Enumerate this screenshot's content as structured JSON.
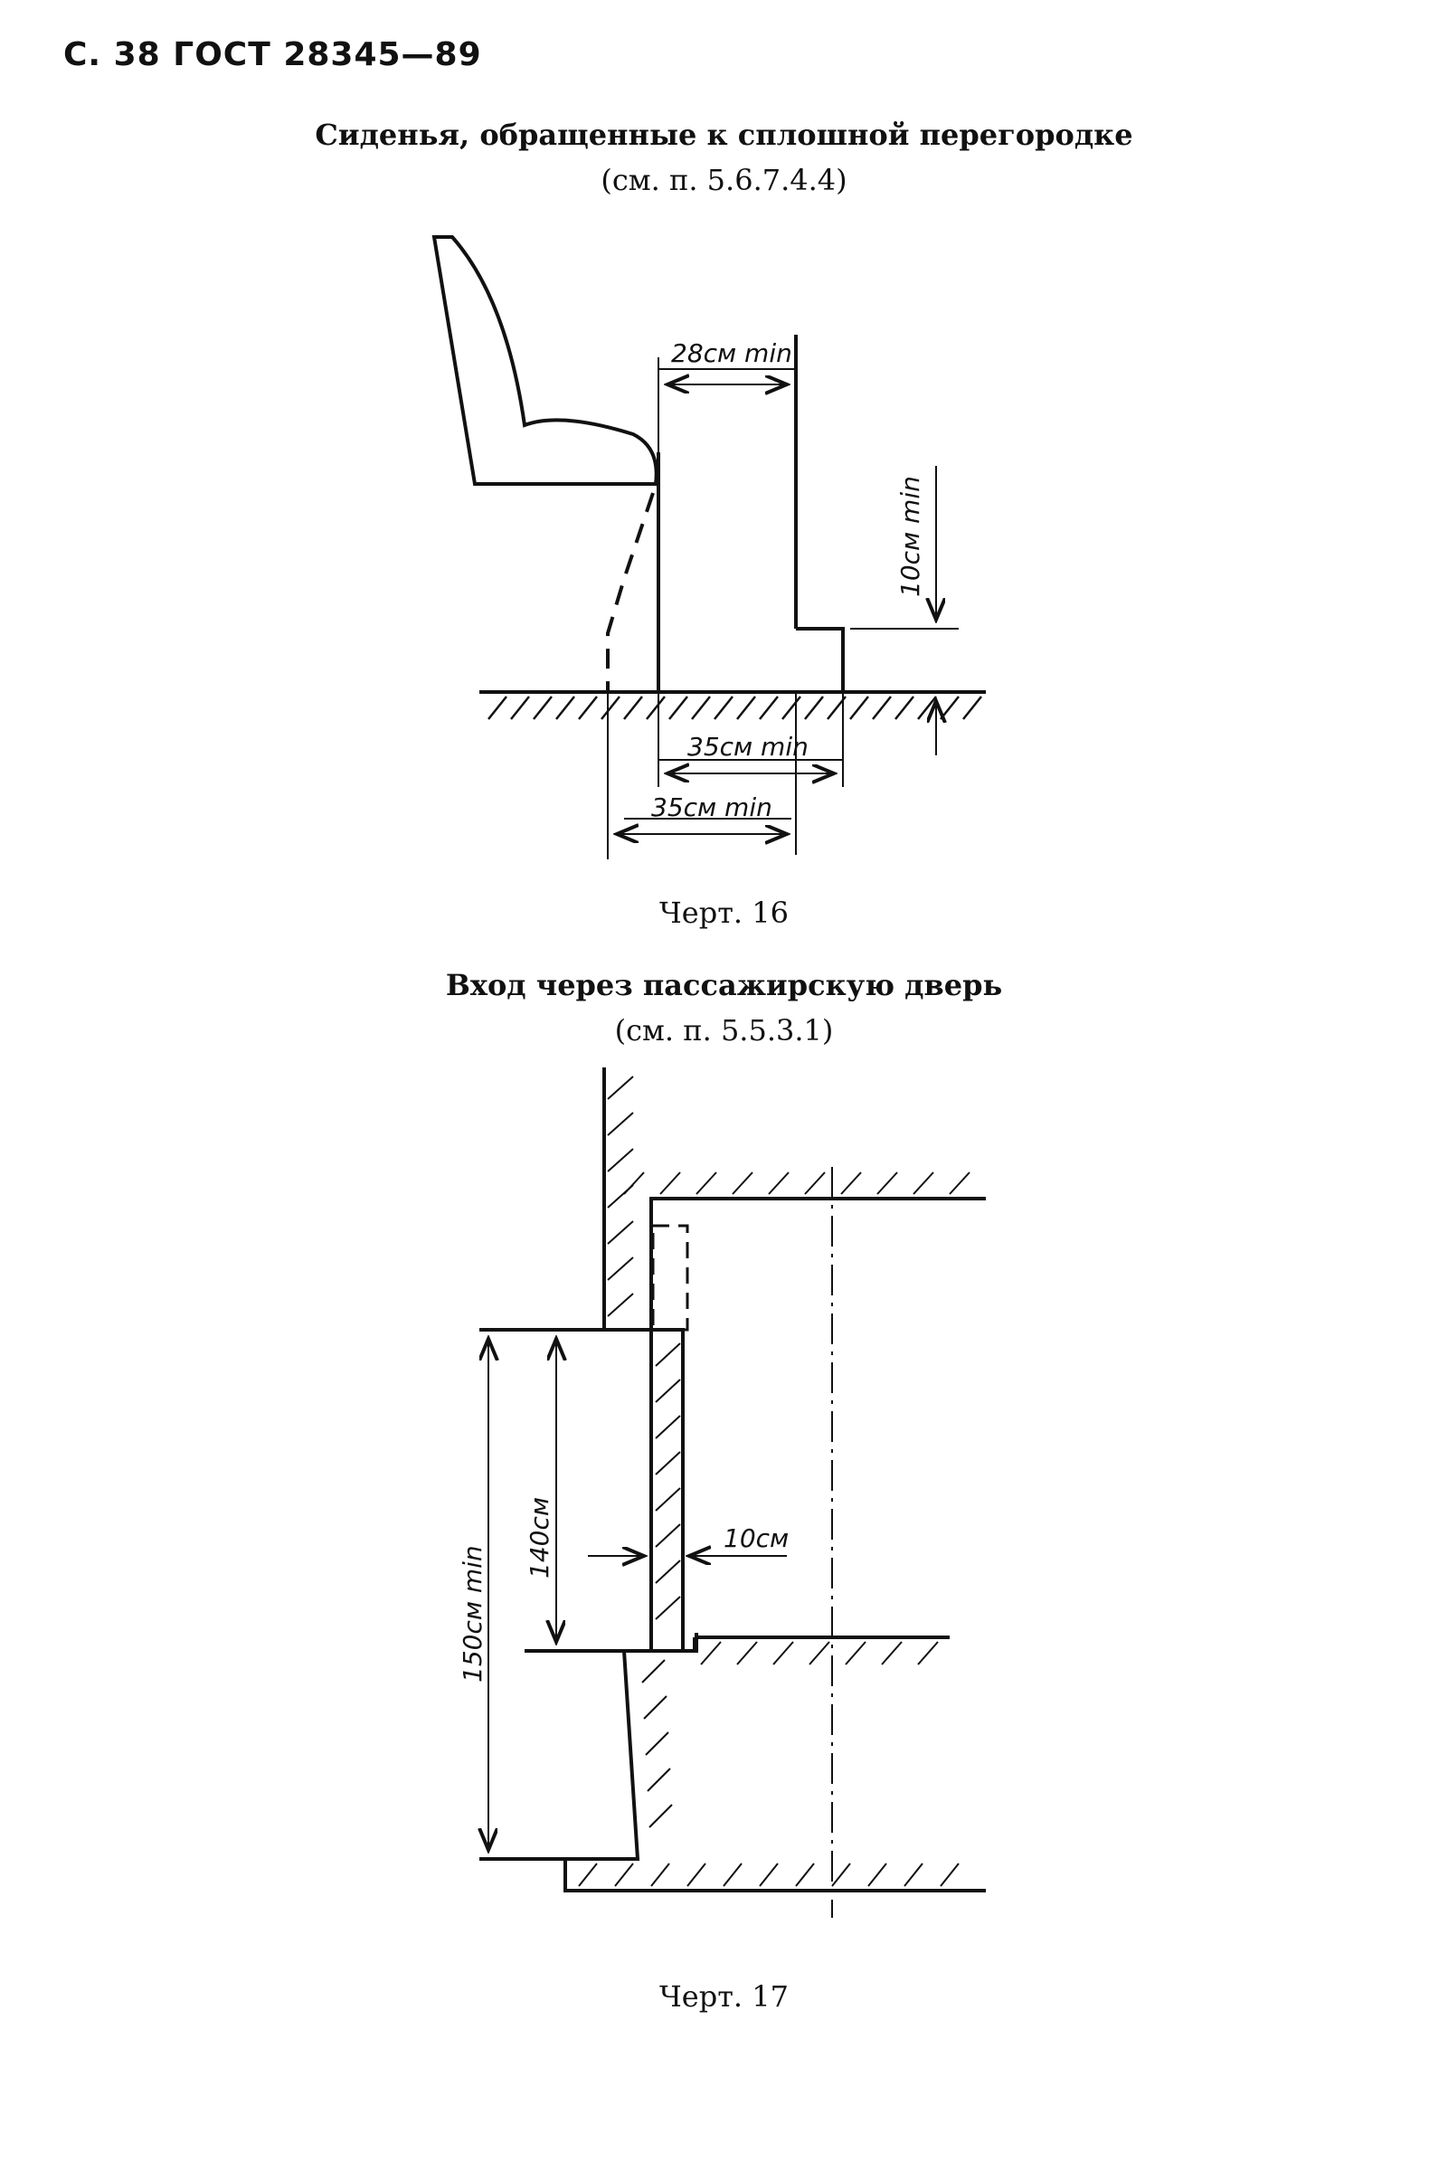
{
  "header": "С. 38 ГОСТ 28345—89",
  "fig16": {
    "title": "Сиденья, обращенные к сплошной перегородке",
    "ref": "(см. п. 5.6.7.4.4)",
    "dim_top": "28см min",
    "dim_vertical": "10см min",
    "dim_lower1": "35см min",
    "dim_lower2": "35см min",
    "caption": "Черт. 16"
  },
  "fig17": {
    "title": "Вход через пассажирскую дверь",
    "ref": "(см. п. 5.5.3.1)",
    "dim_outer": "150см min",
    "dim_inner": "140см",
    "dim_step": "10см",
    "caption": "Черт. 17"
  }
}
